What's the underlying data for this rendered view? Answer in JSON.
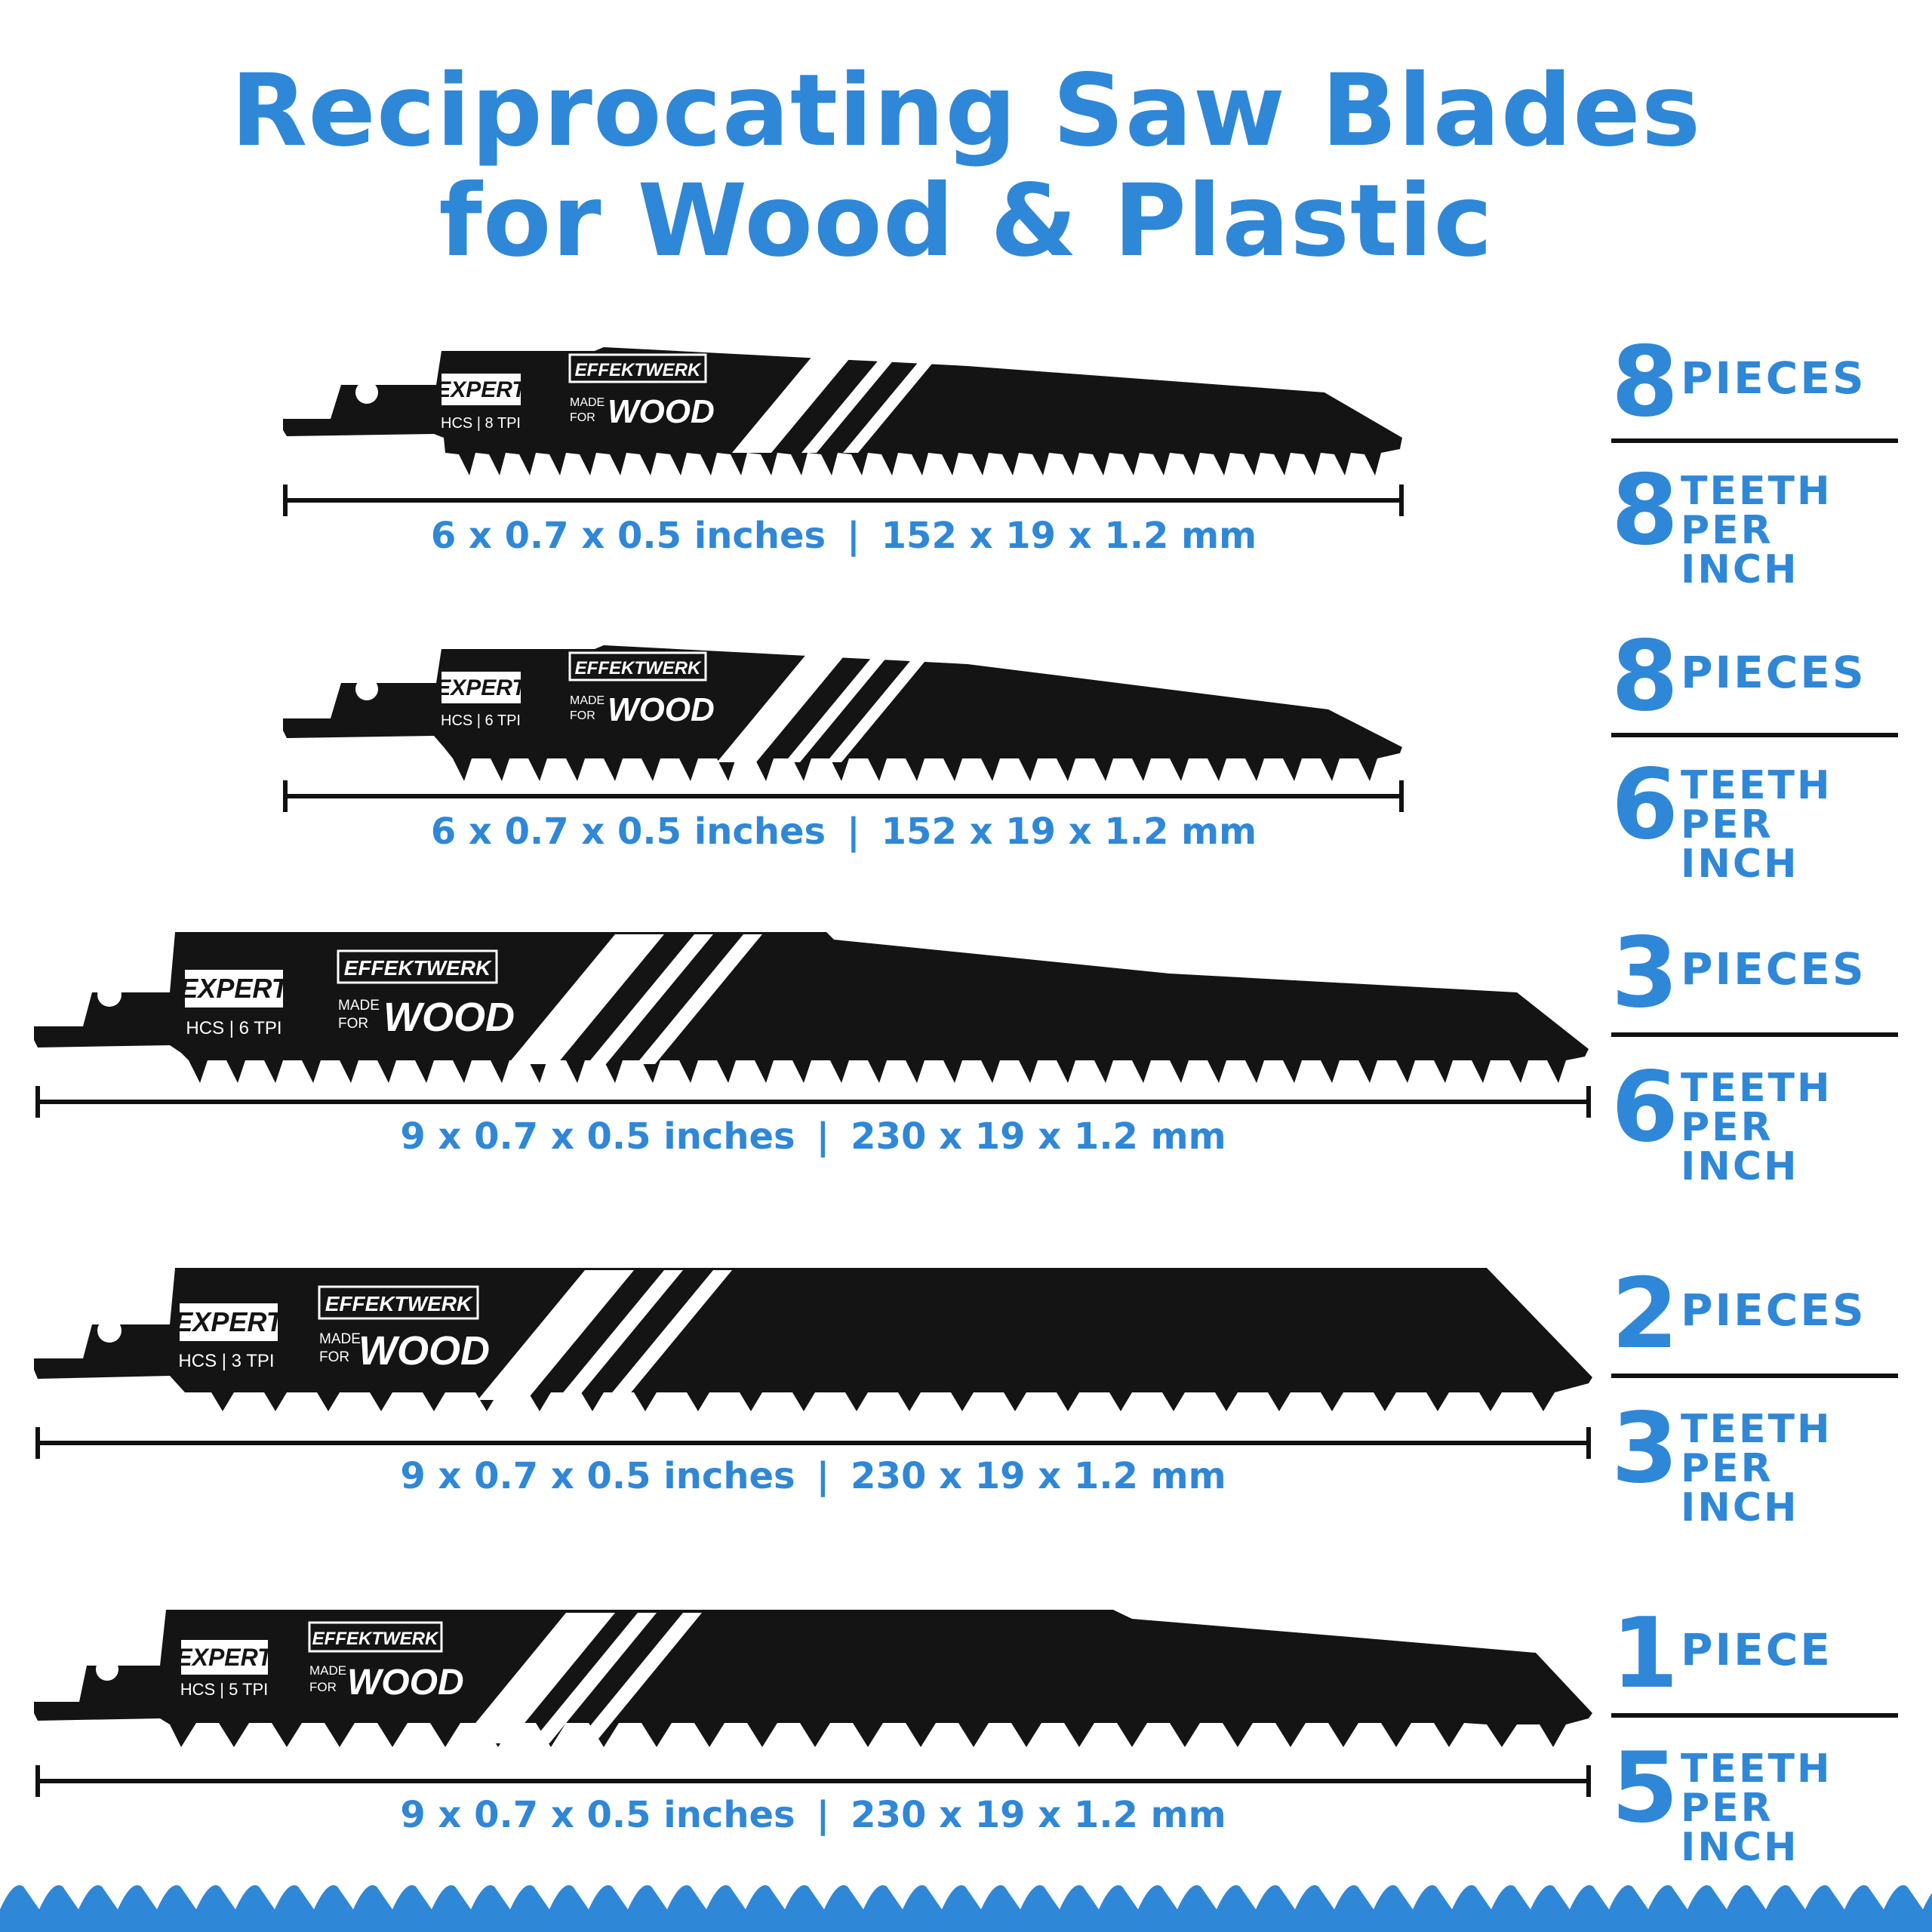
{
  "title": {
    "line1": "Reciprocating Saw Blades",
    "line2": "for Wood & Plastic"
  },
  "colors": {
    "accent": "#2f87d8",
    "blade": "#141414",
    "stripe": "#ffffff"
  },
  "blades": [
    {
      "badge": "EXPERT",
      "code": "HCS | 8 TPI",
      "brand": "EFFEKTWERK",
      "made_for_1": "MADE",
      "made_for_2": "FOR",
      "material": "WOOD",
      "dims_in": "6 x 0.7 x 0.5 inches",
      "separator": "|",
      "dims_mm": "152 x 19 x 1.2 mm",
      "pieces_num": "8",
      "pieces_label": "PIECES",
      "tpi_num": "8",
      "tpi_label_1": "TEETH",
      "tpi_label_2": "PER INCH"
    },
    {
      "badge": "EXPERT",
      "code": "HCS | 6 TPI",
      "brand": "EFFEKTWERK",
      "made_for_1": "MADE",
      "made_for_2": "FOR",
      "material": "WOOD",
      "dims_in": "6 x 0.7 x 0.5 inches",
      "separator": "|",
      "dims_mm": "152 x 19 x 1.2 mm",
      "pieces_num": "8",
      "pieces_label": "PIECES",
      "tpi_num": "6",
      "tpi_label_1": "TEETH",
      "tpi_label_2": "PER INCH"
    },
    {
      "badge": "EXPERT",
      "code": "HCS | 6 TPI",
      "brand": "EFFEKTWERK",
      "made_for_1": "MADE",
      "made_for_2": "FOR",
      "material": "WOOD",
      "dims_in": "9 x 0.7 x 0.5 inches",
      "separator": "|",
      "dims_mm": "230 x 19 x 1.2 mm",
      "pieces_num": "3",
      "pieces_label": "PIECES",
      "tpi_num": "6",
      "tpi_label_1": "TEETH",
      "tpi_label_2": "PER INCH"
    },
    {
      "badge": "EXPERT",
      "code": "HCS | 3 TPI",
      "brand": "EFFEKTWERK",
      "made_for_1": "MADE",
      "made_for_2": "FOR",
      "material": "WOOD",
      "dims_in": "9 x 0.7 x 0.5 inches",
      "separator": "|",
      "dims_mm": "230 x 19 x 1.2 mm",
      "pieces_num": "2",
      "pieces_label": "PIECES",
      "tpi_num": "3",
      "tpi_label_1": "TEETH",
      "tpi_label_2": "PER INCH"
    },
    {
      "badge": "EXPERT",
      "code": "HCS | 5 TPI",
      "brand": "EFFEKTWERK",
      "made_for_1": "MADE",
      "made_for_2": "FOR",
      "material": "WOOD",
      "dims_in": "9 x 0.7 x 0.5 inches",
      "separator": "|",
      "dims_mm": "230 x 19 x 1.2 mm",
      "pieces_num": "1",
      "pieces_label": "PIECE",
      "tpi_num": "5",
      "tpi_label_1": "TEETH",
      "tpi_label_2": "PER INCH"
    }
  ]
}
